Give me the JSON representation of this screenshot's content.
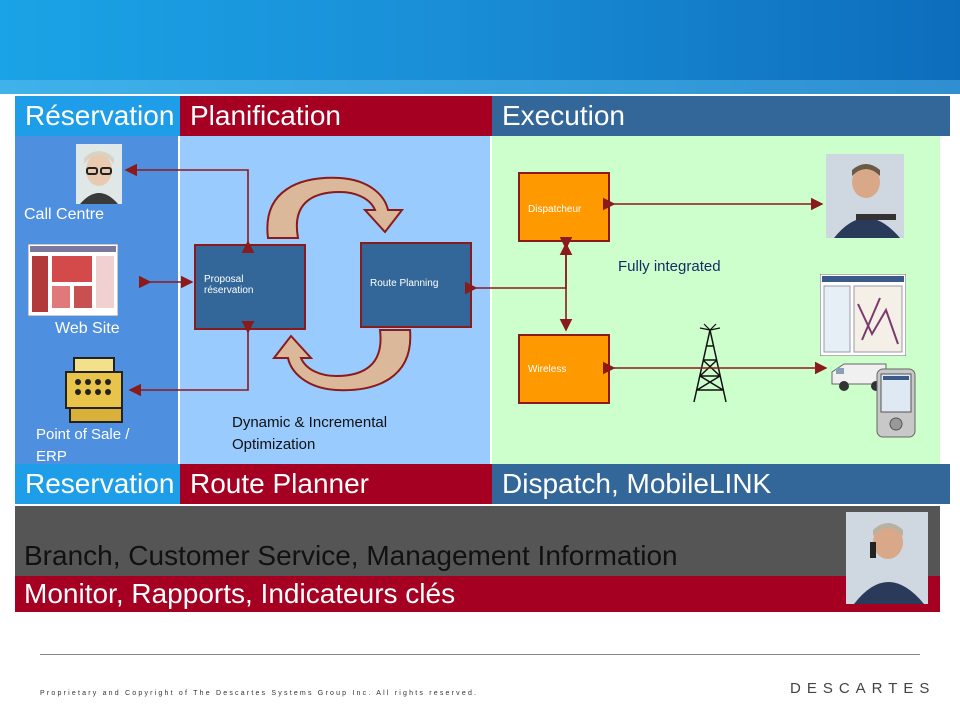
{
  "columns": {
    "reservation": {
      "top_title": "Réservation",
      "bottom_title": "Reservation"
    },
    "planning": {
      "top_title": "Planification",
      "bottom_title": "Route Planner"
    },
    "execution": {
      "top_title": "Execution",
      "bottom_title": "Dispatch, MobileLINK"
    }
  },
  "reservation_items": {
    "call_centre": "Call Centre",
    "web_site": "Web Site",
    "pos_line1": "Point of Sale /",
    "pos_line2": "ERP"
  },
  "planning_boxes": {
    "proposal_line1": "Proposal",
    "proposal_line2": "réservation",
    "route_planning": "Route Planning",
    "cycle_caption_line1": "Dynamic  & Incremental",
    "cycle_caption_line2": "Optimization"
  },
  "execution_boxes": {
    "dispatcher": "Dispatcheur",
    "wireless": "Wireless",
    "integration_note": "Fully integrated"
  },
  "bottom": {
    "title": "Branch, Customer Service, Management Information",
    "subtitle": "Monitor, Rapports, Indicateurs clés"
  },
  "footer": {
    "copyright": "Proprietary and Copyright of The Descartes Systems Group Inc. All rights reserved.",
    "logo_text": "DESCARTES"
  },
  "colors": {
    "header_blue": "#1a8fd8",
    "reservation_blue": "#1e9ee8",
    "planning_red": "#a50021",
    "execution_blue": "#336699",
    "box_orange": "#ff9900",
    "arrow_red": "#8b1a1a"
  }
}
